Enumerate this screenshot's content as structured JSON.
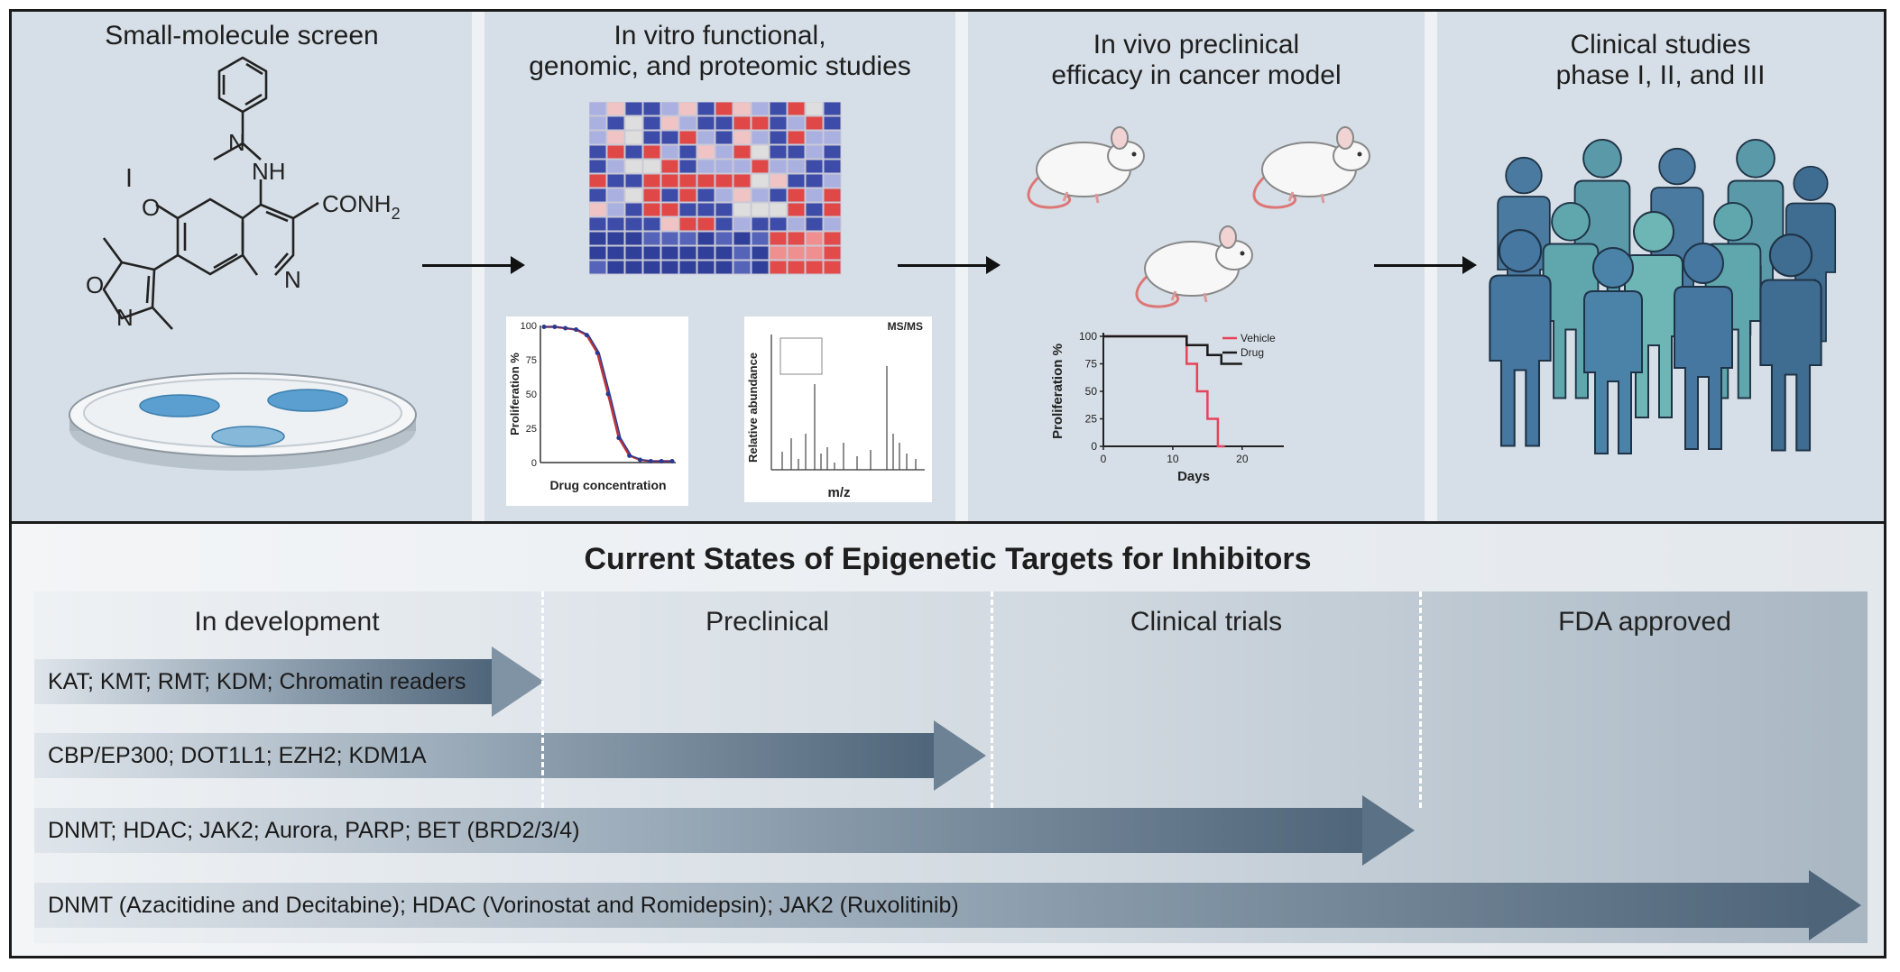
{
  "panels": {
    "screen_title": "Small-molecule screen",
    "invitro_title_1": "In vitro functional,",
    "invitro_title_2": "genomic, and proteomic studies",
    "invivo_title_1": "In vivo preclinical",
    "invivo_title_2": "efficacy in cancer model",
    "clinical_title_1": "Clinical studies",
    "clinical_title_2": "phase I, II, and III"
  },
  "molecule": {
    "conh2": "CONH",
    "conh2_sub": "2",
    "nh": "NH",
    "n_pyridine": "N",
    "n_quinoline": "N",
    "o_methoxy": "O",
    "o_isoxazole": "O",
    "n_isoxazole": "N"
  },
  "dose_plot": {
    "ylabel": "Proliferation %",
    "xlabel": "Drug concentration",
    "yticks": [
      "0",
      "25",
      "50",
      "75",
      "100"
    ]
  },
  "ms_plot": {
    "label": "MS/MS",
    "ylabel": "Relative abundance",
    "xlabel": "m/z"
  },
  "survival_plot": {
    "ylabel": "Proliferation %",
    "xlabel": "Days",
    "yticks": [
      "0",
      "25",
      "50",
      "75",
      "100"
    ],
    "xticks": [
      "0",
      "10",
      "20"
    ],
    "legend": [
      "Vehicle",
      "Drug"
    ],
    "colors": {
      "vehicle": "#e8425a",
      "drug": "#1a1a1a"
    }
  },
  "chart_data": [
    {
      "type": "line",
      "xlabel": "Drug concentration",
      "ylabel": "Proliferation %",
      "ylim": [
        0,
        100
      ],
      "x": [
        0,
        1,
        2,
        3,
        4,
        5,
        6,
        7,
        8,
        9,
        10,
        11,
        12
      ],
      "series": [
        {
          "values": [
            99,
            99,
            98,
            97,
            93,
            80,
            50,
            18,
            5,
            2,
            1,
            1,
            1
          ]
        }
      ]
    },
    {
      "type": "line",
      "xlabel": "Days",
      "ylabel": "Proliferation %",
      "xlim": [
        0,
        26
      ],
      "ylim": [
        0,
        100
      ],
      "series": [
        {
          "name": "Vehicle",
          "x": [
            0,
            12,
            12,
            13.5,
            13.5,
            15,
            15,
            16.5,
            16.5,
            17.5
          ],
          "values": [
            100,
            100,
            75,
            75,
            50,
            50,
            25,
            25,
            0,
            0
          ]
        },
        {
          "name": "Drug",
          "x": [
            0,
            12,
            12,
            15,
            15,
            17,
            17,
            20
          ],
          "values": [
            100,
            100,
            92,
            92,
            83,
            83,
            75,
            75
          ]
        }
      ]
    }
  ],
  "bottom": {
    "title": "Current States of Epigenetic Targets for Inhibitors",
    "stages": [
      "In development",
      "Preclinical",
      "Clinical trials",
      "FDA  approved"
    ],
    "bars": [
      "KAT; KMT; RMT; KDM; Chromatin readers",
      "CBP/EP300; DOT1L1; EZH2; KDM1A",
      "DNMT; HDAC; JAK2; Aurora, PARP; BET (BRD2/3/4)",
      "DNMT (Azacitidine and Decitabine); HDAC (Vorinostat and Romidepsin); JAK2 (Ruxolitinib)"
    ]
  }
}
